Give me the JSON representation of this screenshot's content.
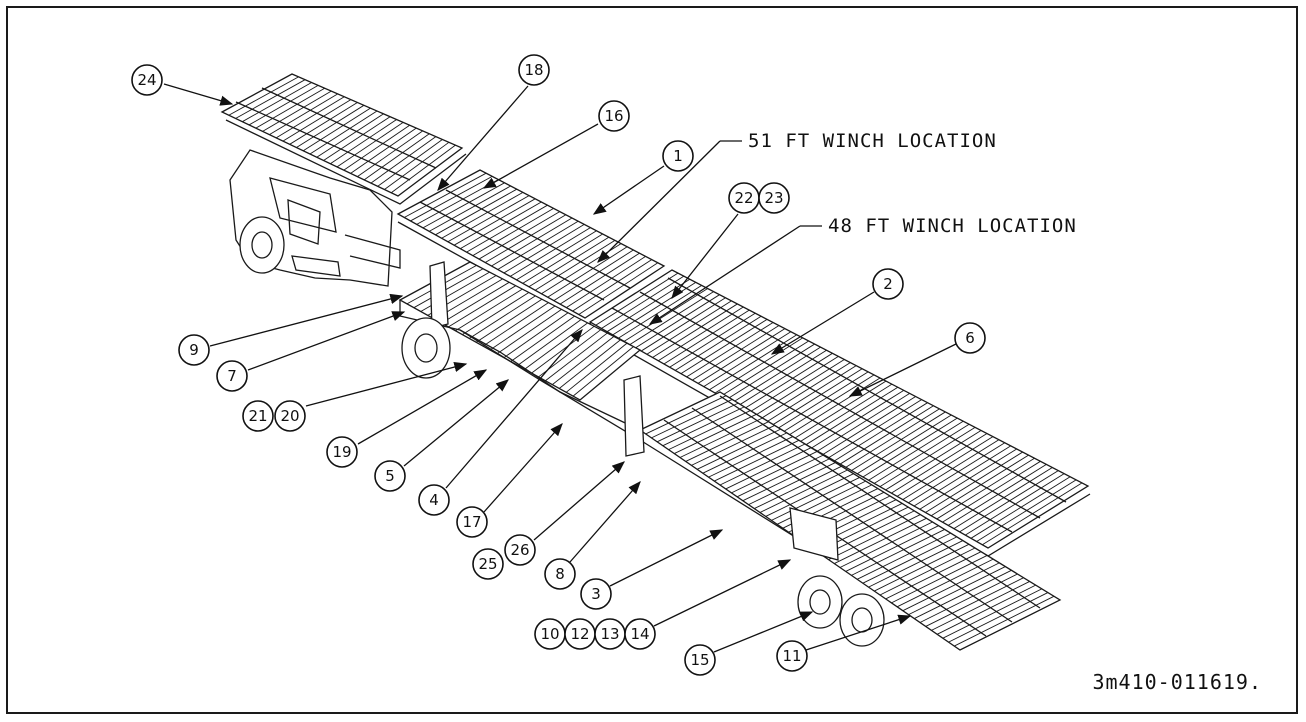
{
  "figure_id": "3m410-011619.",
  "annotations": {
    "winch_51": "51 FT WINCH LOCATION",
    "winch_48": "48 FT WINCH LOCATION"
  },
  "callouts": [
    "24",
    "18",
    "16",
    "1",
    "22",
    "23",
    "2",
    "6",
    "9",
    "7",
    "21",
    "20",
    "19",
    "5",
    "4",
    "17",
    "25",
    "26",
    "8",
    "3",
    "10",
    "12",
    "13",
    "14",
    "15",
    "11"
  ],
  "icons": {
    "callout": "numbered-circle-icon",
    "arrow": "leader-arrow-icon"
  }
}
